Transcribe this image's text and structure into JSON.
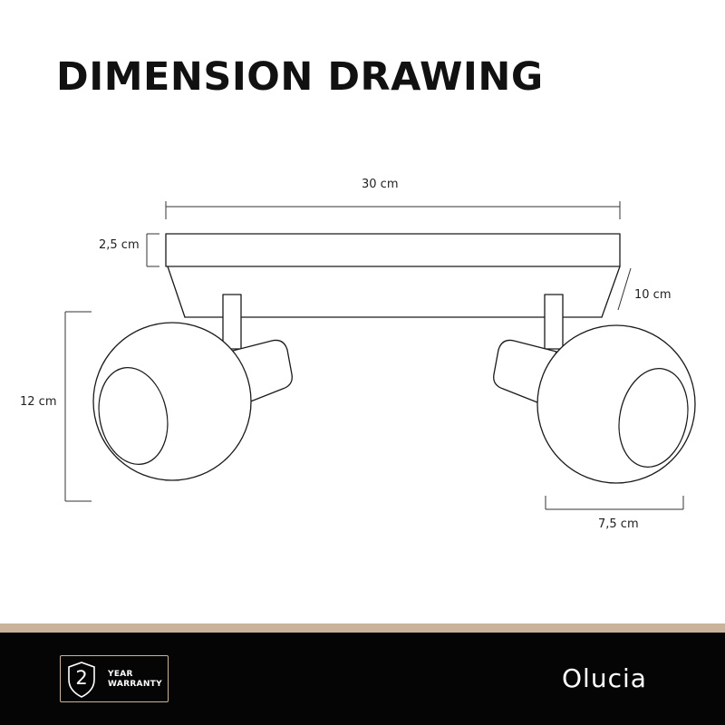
{
  "title": "DIMENSION DRAWING",
  "dimensions": {
    "total_width": "30 cm",
    "base_height": "2,5 cm",
    "shade_depth": "10 cm",
    "total_height": "12 cm",
    "shade_diameter": "7,5 cm"
  },
  "footer": {
    "warranty_years": "2",
    "warranty_line1": "YEAR",
    "warranty_line2": "WARRANTY",
    "brand": "Olucia"
  },
  "colors": {
    "line": "#1a1a1a",
    "accent": "#c9b49b",
    "footer_bg": "#050505",
    "text": "#222222"
  },
  "icons": {
    "warranty": "shield-icon"
  }
}
